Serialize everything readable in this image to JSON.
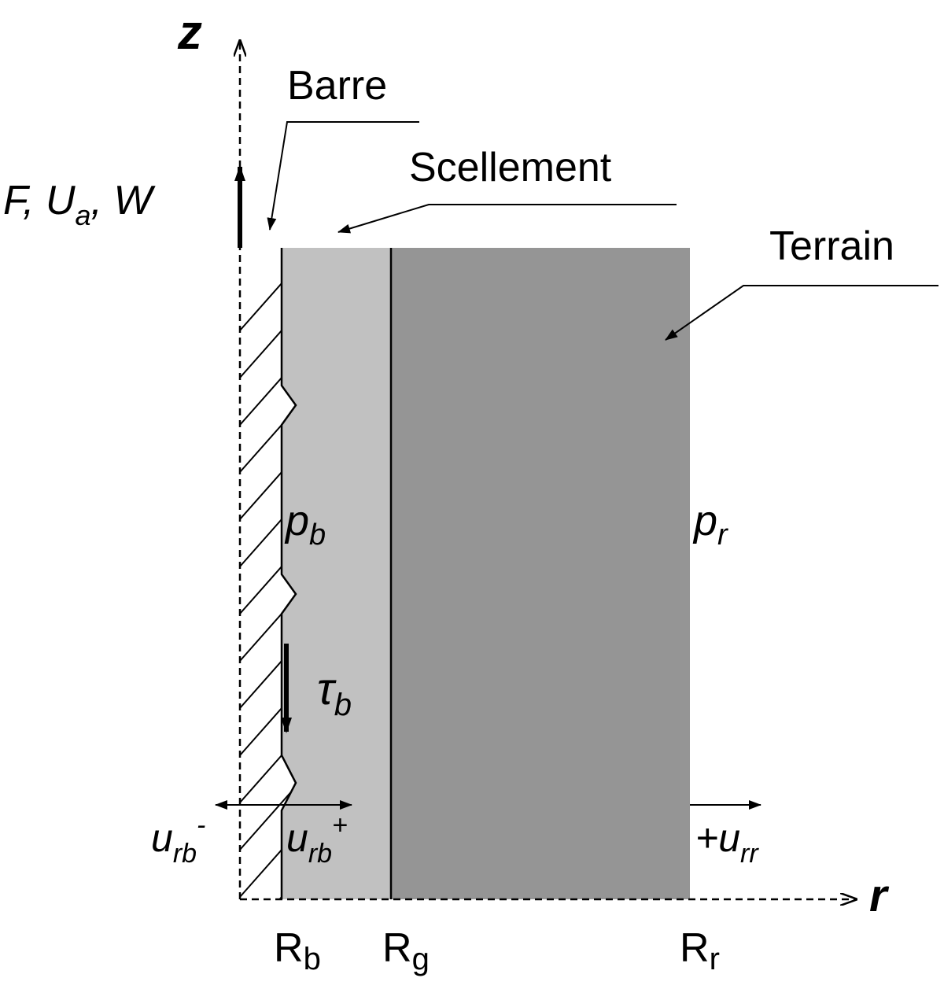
{
  "labels": {
    "z_axis": "z",
    "r_axis": "r",
    "barre": "Barre",
    "scellement": "Scellement",
    "terrain": "Terrain",
    "load_F": "F, U",
    "load_a_sub": "a",
    "load_W": ", W",
    "pb_main": "p",
    "pb_sub": "b",
    "pr_main": "p",
    "pr_sub": "r",
    "tau_main": "τ",
    "tau_sub": "b",
    "urb_minus_main": "u",
    "urb_minus_sub": "rb",
    "urb_minus_sup": "-",
    "urb_plus_main": "u",
    "urb_plus_sub": "rb",
    "urb_plus_sup": "+",
    "urr_prefix": "+u",
    "urr_sub": "rr",
    "Rb_main": "R",
    "Rb_sub": "b",
    "Rg_main": "R",
    "Rg_sub": "g",
    "Rr_main": "R",
    "Rr_sub": "r"
  },
  "colors": {
    "grout": "#c1c1c1",
    "ground": "#959595",
    "line": "#000000"
  }
}
